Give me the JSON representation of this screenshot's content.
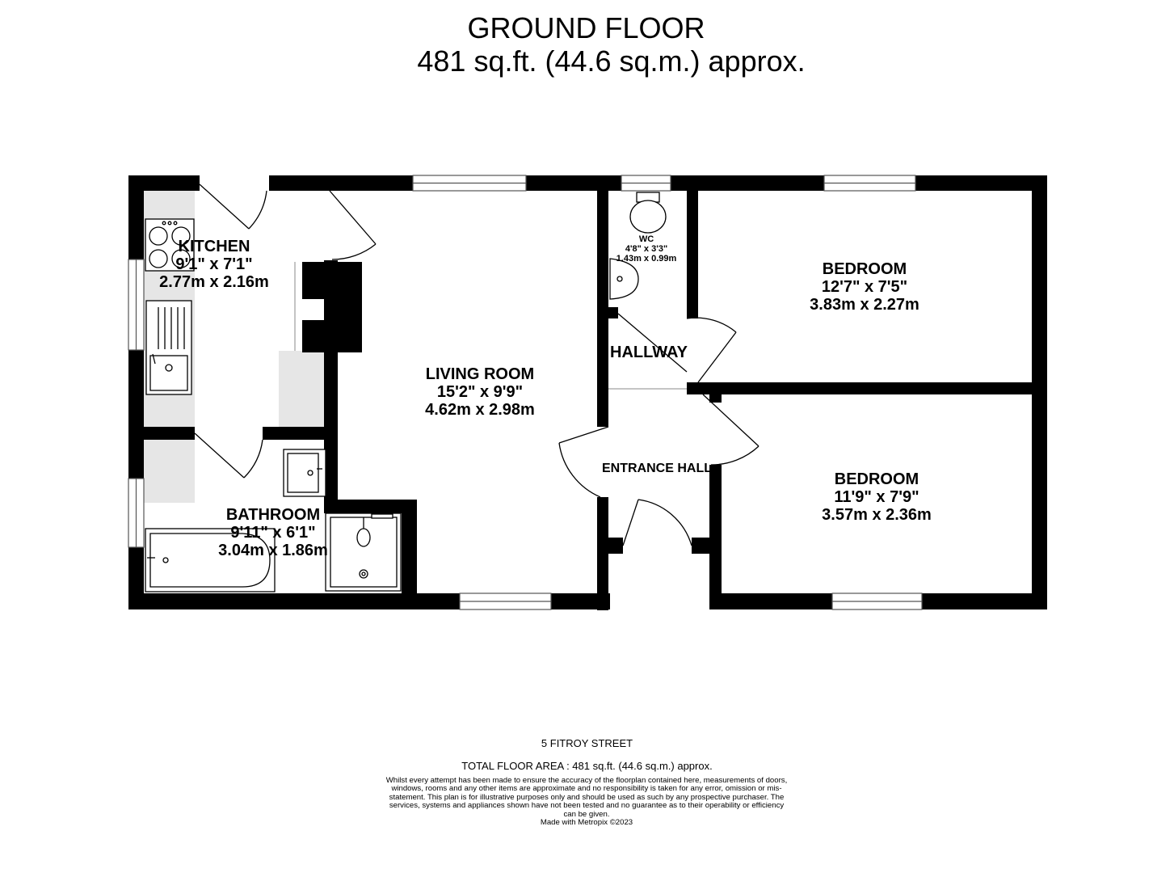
{
  "header": {
    "title": "GROUND FLOOR",
    "area": "481 sq.ft. (44.6 sq.m.) approx."
  },
  "rooms": {
    "kitchen": {
      "name": "KITCHEN",
      "imperial": "9'1\"  x 7'1\"",
      "metric": "2.77m  x 2.16m"
    },
    "living": {
      "name": "LIVING ROOM",
      "imperial": "15'2\"  x 9'9\"",
      "metric": "4.62m  x 2.98m"
    },
    "wc": {
      "name": "WC",
      "imperial": "4'8\"  x 3'3\"",
      "metric": "1.43m  x 0.99m"
    },
    "bedroom1": {
      "name": "BEDROOM",
      "imperial": "12'7\"  x 7'5\"",
      "metric": "3.83m  x 2.27m"
    },
    "hallway": {
      "name": "HALLWAY"
    },
    "entrance": {
      "name": "ENTRANCE HALL"
    },
    "bedroom2": {
      "name": "BEDROOM",
      "imperial": "11'9\"  x 7'9\"",
      "metric": "3.57m  x 2.36m"
    },
    "bathroom": {
      "name": "BATHROOM",
      "imperial": "9'11\"  x 6'1\"",
      "metric": "3.04m  x 1.86m"
    }
  },
  "footer": {
    "address": "5 FITROY STREET",
    "total": "TOTAL FLOOR AREA : 481 sq.ft. (44.6 sq.m.) approx.",
    "disclaimer": "Whilst every attempt has been made to ensure the accuracy of the floorplan contained here, measurements of doors, windows, rooms and any other items are approximate and no responsibility is taken for any error, omission or mis-statement. This plan is for illustrative purposes only and should be used as such by any prospective purchaser. The services, systems and appliances shown have not been tested and no guarantee as to their operability or efficiency can be given.",
    "credit": "Made with Metropix ©2023"
  },
  "colors": {
    "wall": "#000000",
    "fixture_fill": "#e6e6e6",
    "window_line": "#555555"
  }
}
